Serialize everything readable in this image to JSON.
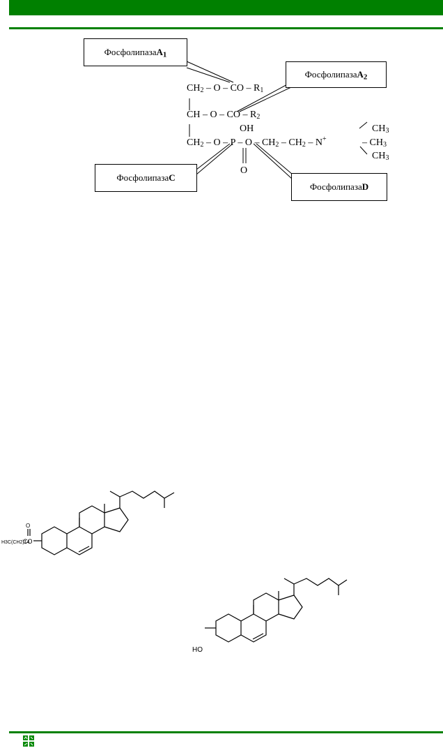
{
  "colors": {
    "accent": "#008000"
  },
  "footer": {
    "logo_icon": "green-grid-logo-icon"
  },
  "enzymes": {
    "a1": {
      "prefix": "Фосфолипаза ",
      "letter": "A",
      "subscript": "1"
    },
    "a2": {
      "prefix": "Фосфолипаза ",
      "letter": "A",
      "subscript": "2"
    },
    "c": {
      "prefix": "Фосфолипаза ",
      "letter": "C"
    },
    "d": {
      "prefix": "Фосфолипаза ",
      "letter": "D"
    }
  },
  "phospholipid": {
    "row1": {
      "ch2": "CH",
      "ch2_sub": "2",
      "rest": " – O – CO – R",
      "r_sub": "1"
    },
    "row2": {
      "ch": "CH – O – CO – R",
      "r_sub": "2"
    },
    "row3": {
      "ch2": "CH",
      "ch2_sub": "2",
      "o": " – O – ",
      "p": "P",
      "chain_a": "– O – CH",
      "chain_sub_a": "2",
      "chain_b": " – CH",
      "chain_sub_b": "2",
      "chain_c": " – N",
      "plus": "+"
    },
    "oh": "OH",
    "o_bottom": "O",
    "methyl_1": {
      "text": "CH",
      "sub": "3"
    },
    "methyl_2": {
      "text": "– CH",
      "sub": "3"
    },
    "methyl_3": {
      "text": "CH",
      "sub": "3"
    }
  },
  "cholesterol_ester": {
    "acyl": "H3C(CH2)14",
    "co": "CO",
    "carbonyl_o": "O"
  },
  "cholesterol": {
    "ho": "HO"
  }
}
